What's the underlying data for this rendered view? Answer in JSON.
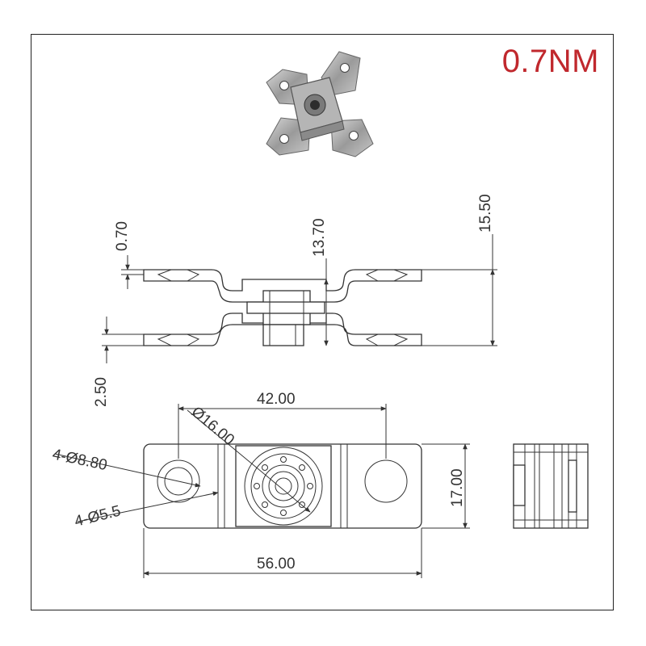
{
  "torque_label": "0.7NM",
  "product_photo": {
    "icon": "bracket-photo-icon",
    "description": ""
  },
  "dimensions": {
    "plate_thickness": "0.70",
    "inner_height": "13.70",
    "total_height": "15.50",
    "gap": "2.50",
    "hole_spacing": "42.00",
    "center_diameter": "Ø16.00",
    "outer_hole": "4-Ø8.80",
    "inner_hole": "4-Ø5.5",
    "plate_width": "17.00",
    "total_length": "56.00"
  },
  "colors": {
    "accent": "#c0282d",
    "line": "#333333",
    "metal": "#a9a9a9"
  }
}
